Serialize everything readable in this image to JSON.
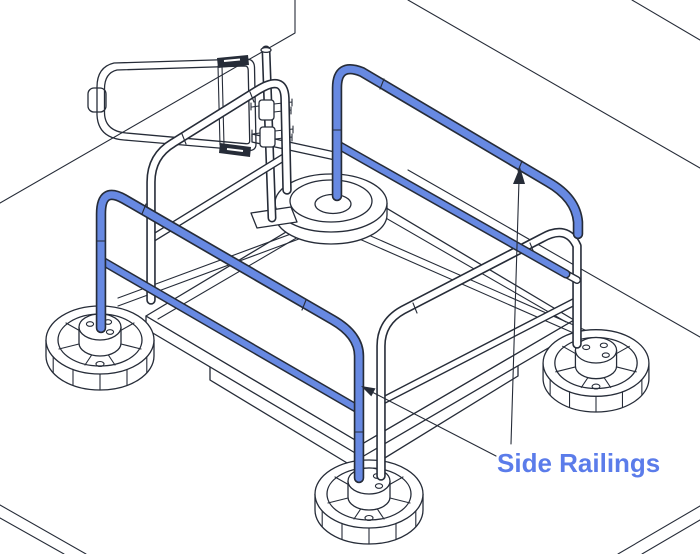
{
  "diagram": {
    "label": "Side Railings",
    "colors": {
      "line": "#262C38",
      "highlight": "#6789E2",
      "label_text": "#5B7CEA",
      "background": "#FFFFFF"
    },
    "arrows": [
      {
        "points_to": "right-side-railing-top-rail"
      },
      {
        "points_to": "left-side-railing-front-post"
      }
    ]
  }
}
